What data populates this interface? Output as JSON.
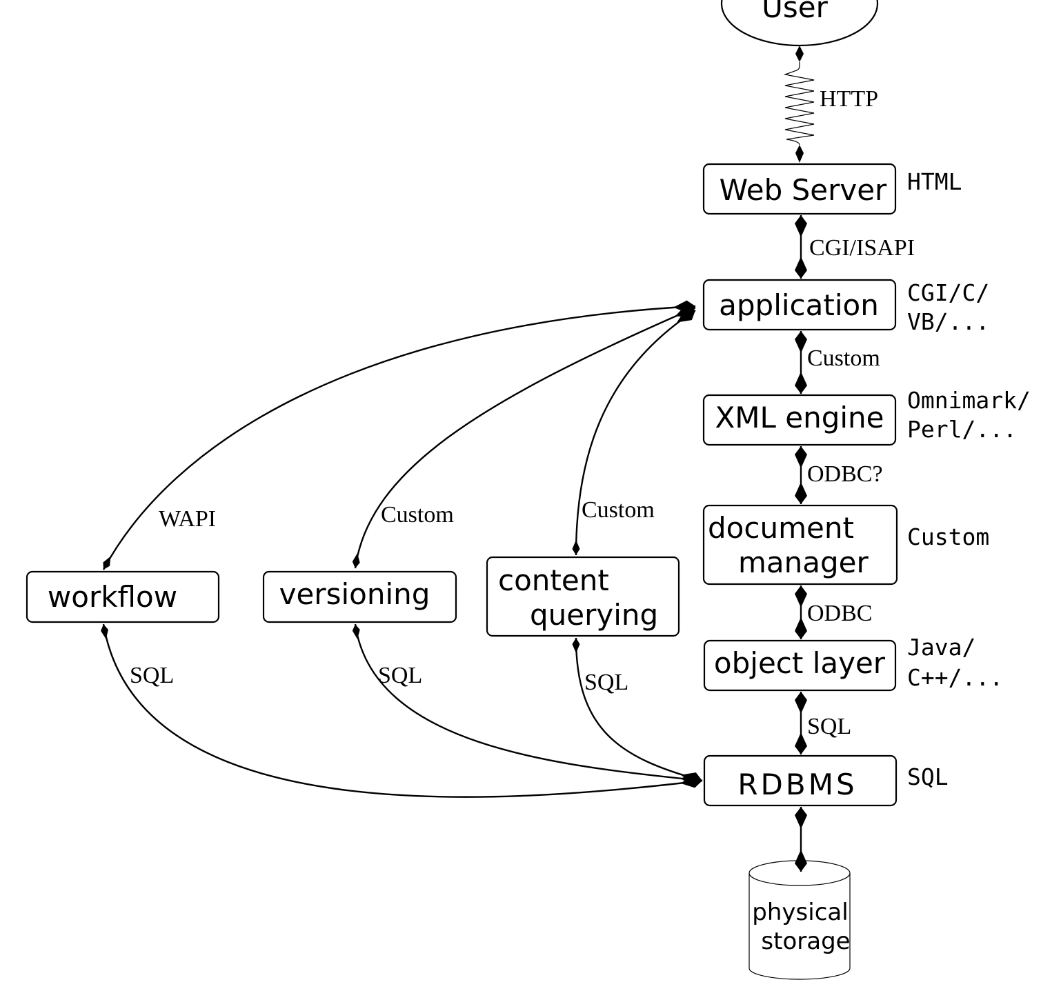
{
  "nodes": {
    "user": "User",
    "web_server": "Web Server",
    "application": "application",
    "xml_engine": "XML engine",
    "document_manager": [
      "document",
      "manager"
    ],
    "object_layer": "object layer",
    "rdbms": "RDBMS",
    "physical_storage": [
      "physical",
      "storage"
    ],
    "workflow": "workflow",
    "versioning": "versioning",
    "content_querying": [
      "content",
      "querying"
    ]
  },
  "link_labels": {
    "user_web": "HTTP",
    "web_app": "CGI/ISAPI",
    "app_xml": "Custom",
    "xml_doc": "ODBC?",
    "doc_obj": "ODBC",
    "obj_rdbms": "SQL",
    "app_workflow": "WAPI",
    "app_versioning": "Custom",
    "app_content": "Custom",
    "workflow_rdbms": "SQL",
    "versioning_rdbms": "SQL",
    "content_rdbms": "SQL"
  },
  "tech_labels": {
    "web_server": "HTML",
    "application": [
      "CGI/C/",
      "VB/..."
    ],
    "xml_engine": [
      "Omnimark/",
      "Perl/..."
    ],
    "document_manager": "Custom",
    "object_layer": [
      "Java/",
      "C++/..."
    ],
    "rdbms": "SQL"
  }
}
